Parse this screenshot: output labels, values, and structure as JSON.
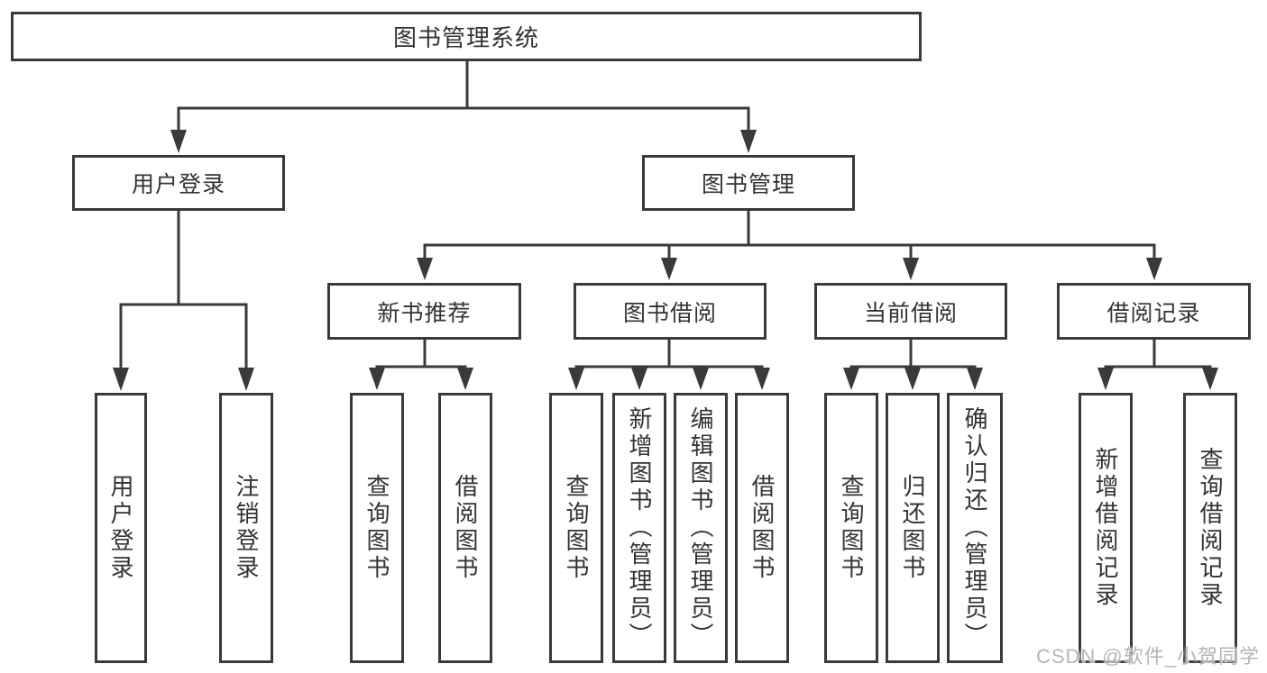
{
  "diagram": {
    "root": {
      "label": "图书管理系统"
    },
    "level2": {
      "user_login": {
        "label": "用户登录"
      },
      "book_mgmt": {
        "label": "图书管理"
      }
    },
    "level3": {
      "new_book_rec": {
        "label": "新书推荐"
      },
      "book_borrow": {
        "label": "图书借阅"
      },
      "current_borrow": {
        "label": "当前借阅"
      },
      "borrow_records": {
        "label": "借阅记录"
      }
    },
    "leaves": {
      "user_login": {
        "label": "用户登录"
      },
      "logout": {
        "label": "注销登录"
      },
      "rec_query_book": {
        "label": "查询图书"
      },
      "rec_borrow_book": {
        "label": "借阅图书"
      },
      "bor_query_book": {
        "label": "查询图书"
      },
      "bor_add_book": {
        "label": "新增图书（管理员）"
      },
      "bor_edit_book": {
        "label": "编辑图书（管理员）"
      },
      "bor_borrow_book": {
        "label": "借阅图书"
      },
      "cur_query_book": {
        "label": "查询图书"
      },
      "cur_return_book": {
        "label": "归还图书"
      },
      "cur_confirm_return": {
        "label": "确认归还（管理员）"
      },
      "recd_add_record": {
        "label": "新增借阅记录"
      },
      "recd_query_record": {
        "label": "查询借阅记录"
      }
    }
  },
  "watermark": {
    "text": "CSDN @软件_小贺同学"
  },
  "colors": {
    "line": "#3a3a3a",
    "text": "#333333",
    "background": "#ffffff",
    "watermark": "#b5b5b5"
  }
}
